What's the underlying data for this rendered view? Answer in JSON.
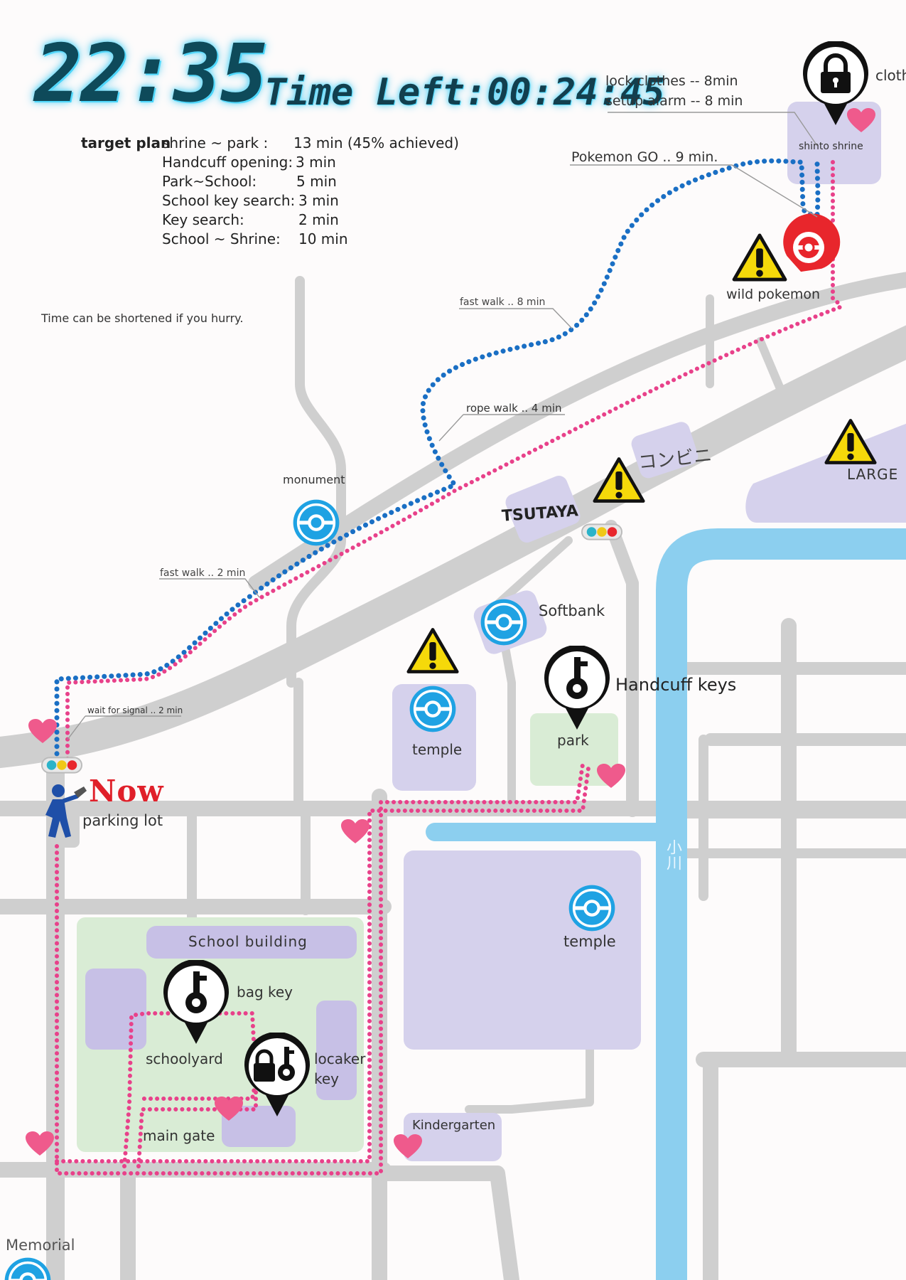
{
  "header": {
    "clock": "22:35",
    "time_left": "Time Left:00:24:45"
  },
  "plan": {
    "heading": "target plan",
    "items": [
      {
        "label": "shrine ~ park  :",
        "value": "13 min (45% achieved)"
      },
      {
        "label": "Handcuff opening:",
        "value": "3 min"
      },
      {
        "label": "Park~School:",
        "value": "5 min"
      },
      {
        "label": "School key search:",
        "value": "3 min"
      },
      {
        "label": "Key search:",
        "value": "2 min"
      },
      {
        "label": "School ~ Shrine:",
        "value": "10 min"
      }
    ]
  },
  "notes": {
    "hurry": "Time can be shortened if you hurry.",
    "lock_clothes": "lock clothes -- 8min",
    "setup_alarm": "setup alarm -- 8 min",
    "pokemon_go": "Pokemon GO .. 9 min.",
    "fast_walk_8": "fast walk .. 8 min",
    "rope_walk_4": "rope walk .. 4 min",
    "fast_walk_2": "fast walk .. 2 min",
    "wait_signal": "wait for signal .. 2 min",
    "now": "Now"
  },
  "places": {
    "clothes": "cloth",
    "shinto_shrine": "shinto shrine",
    "wild_pokemon": "wild pokemon",
    "konbini": "コンビニ",
    "large": "LARGE",
    "tsutaya": "TSUTAYA",
    "monument": "monument",
    "softbank": "Softbank",
    "handcuff_keys": "Handcuff keys",
    "temple_1": "temple",
    "park": "park",
    "parking_lot": "parking lot",
    "temple_2": "temple",
    "river": "小川",
    "school_building": "School building",
    "bag_key": "bag key",
    "schoolyard": "schoolyard",
    "locker_key_1": "locaker",
    "locker_key_2": "key",
    "main_gate": "main gate",
    "kindergarten": "Kindergarten",
    "memorial": "Memorial"
  },
  "colors": {
    "road": "#cfcfcf",
    "river": "#8ccfef",
    "building": "#cfcbe9",
    "green": "#d9ecd5",
    "route_blue": "#1a6fc4",
    "route_pink": "#e8418a",
    "heart": "#ef5a8c",
    "warning": "#f5d90a",
    "pokestop": "#1fa2e3",
    "now_red": "#e0202a"
  },
  "icons": [
    "lock-icon",
    "key-icon",
    "padlock-key-icon",
    "pokestop-icon",
    "pokeball-icon",
    "warning-icon",
    "heart-icon",
    "traffic-light-icon",
    "walking-person-icon"
  ]
}
